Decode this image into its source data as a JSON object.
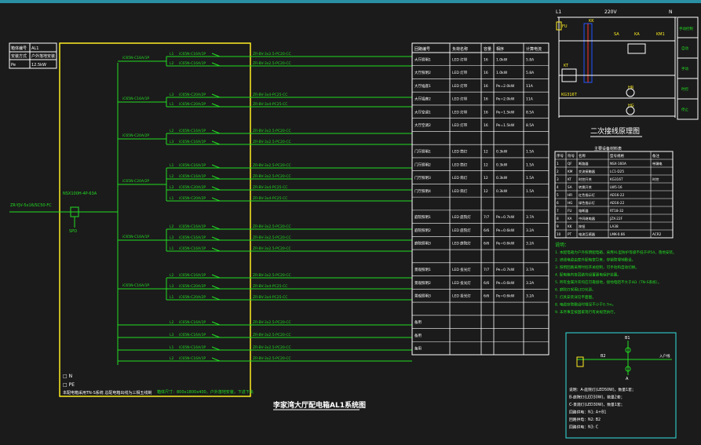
{
  "colors": {
    "background": "#1b1b1b",
    "green": "#22dd22",
    "yellow": "#ffee22",
    "white": "#ffffff",
    "cyan": "#33e0e0",
    "red": "#ff2222",
    "blue": "#2255ff",
    "magenta": "#ff33ff"
  },
  "main_title": "李家湾大厅配电箱AL1系统图",
  "secondary_title": "二次接线原理图",
  "incoming": {
    "cable": "ZR-YJV-5x16/SC50-FC",
    "breaker": "NSX100H-4P-63A",
    "spd": "SPD"
  },
  "outgoing_table": {
    "headers": [
      "回路编号",
      "负荷名称",
      "容量",
      "相序",
      "计算电流"
    ],
    "rows": [
      {
        "name": "大厅照明1",
        "type": "LED 灯带",
        "n": "16",
        "p": "1.0kW",
        "c": "5.8A"
      },
      {
        "name": "大厅照明2",
        "type": "LED 灯带",
        "n": "16",
        "p": "1.0kW",
        "c": "5.8A"
      },
      {
        "name": "大厅插座1",
        "type": "LED 灯带",
        "n": "16",
        "p": "Pe=2.0kW",
        "c": "11A"
      },
      {
        "name": "大厅插座2",
        "type": "LED 灯带",
        "n": "16",
        "p": "Pe=2.0kW",
        "c": "11A"
      },
      {
        "name": "大厅空调1",
        "type": "LED 灯带",
        "n": "16",
        "p": "Pe=1.5kW",
        "c": "8.5A"
      },
      {
        "name": "大厅空调2",
        "type": "LED 灯带",
        "n": "16",
        "p": "Pe=1.5kW",
        "c": "8.5A"
      },
      {
        "name": "",
        "type": "",
        "n": "",
        "p": "",
        "c": ""
      },
      {
        "name": "门厅照明1",
        "type": "LED 筒灯",
        "n": "12",
        "p": "0.3kW",
        "c": "1.5A"
      },
      {
        "name": "门厅照明2",
        "type": "LED 筒灯",
        "n": "12",
        "p": "0.3kW",
        "c": "1.5A"
      },
      {
        "name": "门厅照明3",
        "type": "LED 筒灯",
        "n": "12",
        "p": "0.3kW",
        "c": "1.5A"
      },
      {
        "name": "门厅照明4",
        "type": "LED 筒灯",
        "n": "12",
        "p": "0.3kW",
        "c": "1.5A"
      },
      {
        "name": "",
        "type": "",
        "n": "",
        "p": "",
        "c": ""
      },
      {
        "name": "庭院照明1",
        "type": "LED 庭院灯",
        "n": "7/7",
        "p": "Pe=0.7kW",
        "c": "3.7A"
      },
      {
        "name": "庭院照明2",
        "type": "LED 庭院灯",
        "n": "6/6",
        "p": "Pe=0.6kW",
        "c": "3.2A"
      },
      {
        "name": "庭院照明3",
        "type": "LED 庭院灯",
        "n": "6/6",
        "p": "Pe=0.6kW",
        "c": "3.2A"
      },
      {
        "name": "",
        "type": "",
        "n": "",
        "p": "",
        "c": ""
      },
      {
        "name": "景观照明1",
        "type": "LED 投光灯",
        "n": "7/7",
        "p": "Pe=0.7kW",
        "c": "3.7A"
      },
      {
        "name": "景观照明2",
        "type": "LED 投光灯",
        "n": "6/6",
        "p": "Pe=0.6kW",
        "c": "3.2A"
      },
      {
        "name": "景观照明3",
        "type": "LED 投光灯",
        "n": "6/6",
        "p": "Pe=0.6kW",
        "c": "3.2A"
      },
      {
        "name": "",
        "type": "",
        "n": "",
        "p": "",
        "c": ""
      },
      {
        "name": "备用",
        "type": "",
        "n": "",
        "p": "",
        "c": ""
      },
      {
        "name": "备用",
        "type": "",
        "n": "",
        "p": "",
        "c": ""
      },
      {
        "name": "备用",
        "type": "",
        "n": "",
        "p": "",
        "c": ""
      }
    ]
  },
  "branches": [
    {
      "phase": "L1",
      "breaker": "iC65N-C16A/1P",
      "cable": "ZR-BV-3x2.5-PC20-CC"
    },
    {
      "phase": "L2",
      "breaker": "iC65N-C16A/1P",
      "cable": "ZR-BV-3x2.5-PC20-CC"
    },
    {
      "phase": "L3",
      "breaker": "iC65N-C20A/2P",
      "cable": "ZR-BV-3x4-PC25-CC"
    },
    {
      "phase": "L1",
      "breaker": "iC65N-C20A/2P",
      "cable": "ZR-BV-3x4-PC25-CC"
    },
    {
      "phase": "L2",
      "breaker": "iC65N-C16A/1P",
      "cable": "ZR-BV-3x2.5-PC20-CC"
    },
    {
      "phase": "L3",
      "breaker": "iC65N-C16A/1P",
      "cable": "ZR-BV-3x2.5-PC20-CC"
    }
  ],
  "secondary": {
    "voltage": "220V",
    "labels": [
      "L1",
      "N",
      "FU",
      "KK",
      "SA",
      "KA",
      "KM1",
      "KT",
      "KG316T",
      "HR",
      "HG"
    ],
    "right_cells": [
      "手动控制",
      "自动",
      "手动",
      "时控",
      "停止"
    ]
  },
  "materials_table": {
    "title": "主要设备材料表",
    "headers": [
      "序号",
      "符号",
      "名称",
      "型号规格",
      "备注"
    ],
    "rows": [
      [
        "1",
        "QF",
        "断路器",
        "NSX-160A",
        "带漏电"
      ],
      [
        "2",
        "KM",
        "交流接触器",
        "LC1-D25",
        ""
      ],
      [
        "3",
        "KT",
        "时控开关",
        "KG316T",
        "时控"
      ],
      [
        "4",
        "SA",
        "转换开关",
        "LW5-16",
        ""
      ],
      [
        "5",
        "HR",
        "红色指示灯",
        "AD16-22",
        ""
      ],
      [
        "6",
        "HG",
        "绿色指示灯",
        "AD16-22",
        ""
      ],
      [
        "7",
        "FU",
        "熔断器",
        "RT18-32",
        ""
      ],
      [
        "8",
        "KA",
        "中间继电器",
        "JZX-22F",
        ""
      ],
      [
        "9",
        "KK",
        "按钮",
        "LA38",
        ""
      ],
      [
        "10",
        "PT",
        "电流互感器",
        "LMK-0.66",
        "ACR2"
      ]
    ]
  },
  "notes": {
    "title": "说明：",
    "lines": [
      "1. 本配电箱为户外照明配电箱，采用XL型防护等级不低于IP54，落地安装。",
      "2. 进线电缆由室外配电室引来，穿钢管埋地敷设。",
      "3. 照明回路采用时控开关控制，可手动和自动切换。",
      "4. 配电箱内各回路均设置漏电保护装置。",
      "5. 所有金属外壳均应可靠接地，接地电阻不大于4Ω（TN-S系统）。",
      "6. 庭院灯采用LED光源。",
      "7. 灯具安装详见平面图。",
      "8. 电缆穿管敷设时埋深不小于0.7m。",
      "9. 未尽事宜按国家现行有关规范执行。"
    ]
  },
  "lamp_detail": {
    "labels": [
      "B1",
      "B2",
      "A",
      "入户线"
    ],
    "notes": [
      "说明：A-庭院灯(LED50W)，数量1套；",
      "B-庭院灯(LED30W)，数量2套；",
      "C-景观灯(LED30W)，数量1套；",
      "回路供电：N1: A+B1",
      "回路供电：N2: B2",
      "回路供电：N3: C"
    ]
  },
  "legend": {
    "line1": "□ N",
    "line2": "□ PE",
    "note": "本配电箱采用TN-S系统 总配电箱出线为三相五线制",
    "footnote": "箱体尺寸：800x1800x400，户外落地安装，下进下出"
  },
  "info_block": [
    [
      "箱体编号",
      "AL1"
    ],
    [
      "安装方式",
      "户外落地安装"
    ],
    [
      "Pe",
      "12.5kW"
    ]
  ]
}
